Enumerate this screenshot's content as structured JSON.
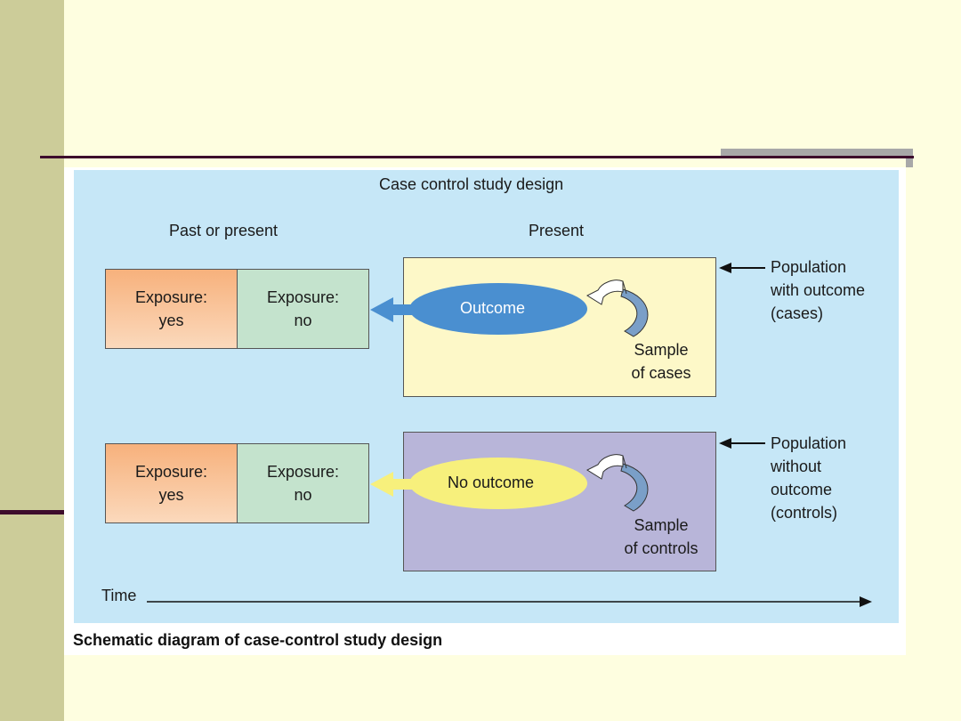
{
  "diagram": {
    "title": "Case control study design",
    "header_past": "Past or present",
    "header_present": "Present",
    "cases_row": {
      "exposure_yes": [
        "Exposure:",
        "yes"
      ],
      "exposure_no": [
        "Exposure:",
        "no"
      ],
      "ellipse_label": "Outcome",
      "sample_label": [
        "Sample",
        "of cases"
      ],
      "population_label": [
        "Population",
        "with outcome",
        "(cases)"
      ]
    },
    "controls_row": {
      "exposure_yes": [
        "Exposure:",
        "yes"
      ],
      "exposure_no": [
        "Exposure:",
        "no"
      ],
      "ellipse_label": "No outcome",
      "sample_label": [
        "Sample",
        "of controls"
      ],
      "population_label": [
        "Population",
        "without",
        "outcome",
        "(controls)"
      ]
    },
    "time_label": "Time",
    "caption": "Schematic diagram of case-control study design"
  },
  "colors": {
    "slide_background": "#fefee0",
    "left_bar": "#cccc99",
    "rule": "#3d0c2c",
    "diagram_background": "#c6e7f7",
    "cases_box": "#fdf8c8",
    "controls_box": "#b8b5d9",
    "outcome_ellipse": "#4a8fd0",
    "no_outcome_ellipse": "#f7f07c",
    "exposure_yes": "#f7b17c",
    "exposure_no": "#c4e3cd"
  }
}
